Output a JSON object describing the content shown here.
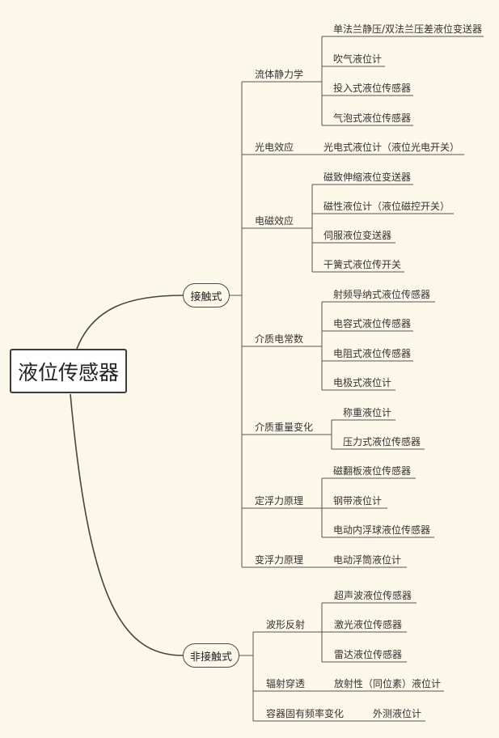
{
  "root": {
    "label": "液位传感器"
  },
  "contact": {
    "label": "接触式",
    "groups": [
      {
        "label": "流体静力学",
        "items": [
          "单法兰静压/双法兰压差液位变送器",
          "吹气液位计",
          "投入式液位传感器",
          "气泡式液位传感器"
        ]
      },
      {
        "label": "光电效应",
        "items": [
          "光电式液位计（液位光电开关）"
        ]
      },
      {
        "label": "电磁效应",
        "items": [
          "磁致伸缩液位变送器",
          "磁性液位计（液位磁控开关）",
          "伺服液位变送器",
          "干簧式液位传开关"
        ]
      },
      {
        "label": "介质电常数",
        "items": [
          "射频导纳式液位传感器",
          "电容式液位传感器",
          "电阻式液位传感器",
          "电极式液位计"
        ]
      },
      {
        "label": "介质重量变化",
        "items": [
          "称重液位计",
          "压力式液位传感器"
        ]
      },
      {
        "label": "定浮力原理",
        "items": [
          "磁翻板液位传感器",
          "钢带液位计",
          "电动内浮球液位传感器"
        ]
      },
      {
        "label": "变浮力原理",
        "items": [
          "电动浮筒液位计"
        ]
      }
    ]
  },
  "noncontact": {
    "label": "非接触式",
    "groups": [
      {
        "label": "波形反射",
        "items": [
          "超声波液位传感器",
          "激光液位传感器",
          "雷达液位传感器"
        ]
      },
      {
        "label": "辐射穿透",
        "items": [
          "放射性（同位素）液位计"
        ]
      },
      {
        "label": "容器固有频率变化",
        "items": [
          "外测液位计"
        ]
      }
    ]
  }
}
